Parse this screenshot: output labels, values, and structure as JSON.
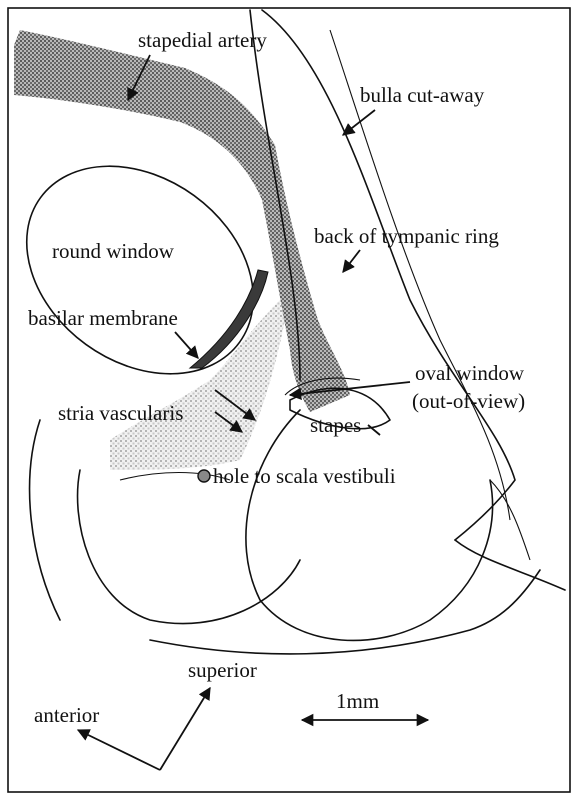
{
  "labels": {
    "stapedial_artery": "stapedial artery",
    "bulla_cut_away": "bulla cut-away",
    "back_of_tympanic_ring": "back of tympanic ring",
    "round_window": "round window",
    "basilar_membrane": "basilar membrane",
    "oval_window_line1": "oval window",
    "oval_window_line2": "(out-of-view)",
    "stapes": "stapes",
    "stria_vascularis": "stria vascularis",
    "hole_to_scala_vestibuli": "hole to scala vestibuli",
    "superior": "superior",
    "anterior": "anterior",
    "scale": "1mm"
  },
  "colors": {
    "line": "#111111",
    "artery_fill": "#8a8a8a",
    "stria_fill": "#d6d6d6",
    "membrane_fill": "#3a3a3a"
  }
}
